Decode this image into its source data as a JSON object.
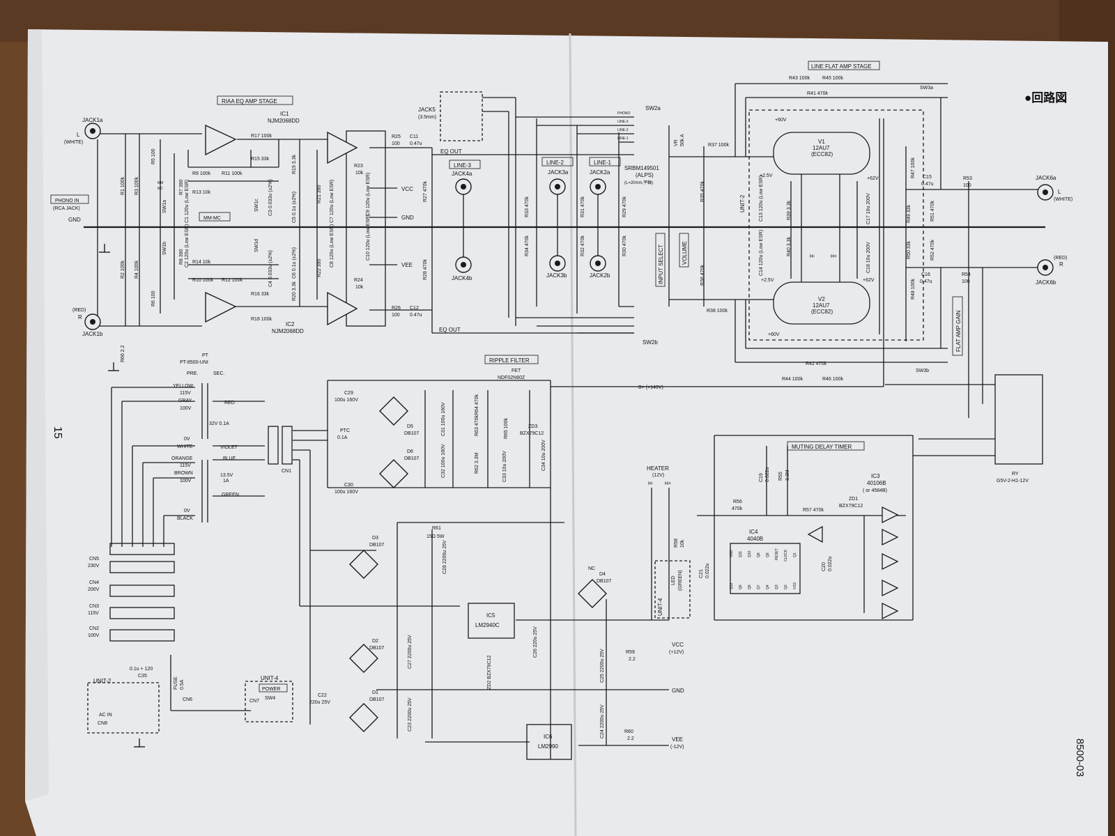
{
  "page": {
    "heading": "●回路図",
    "page_number": "15",
    "doc_code": "8500-03"
  },
  "stages": {
    "riaa": "RIAA EQ AMP STAGE",
    "line_flat": "LINE FLAT AMP STAGE",
    "ripple": "RIPPLE FILTER",
    "muting": "MUTING DELAY TIMER",
    "flat_gain": "FLAT AMP GAIN",
    "input_select": "INPUT SELECT",
    "volume": "VOLUME"
  },
  "ics": {
    "ic1": "IC1",
    "ic1_part": "NJM2068DD",
    "ic2": "IC2",
    "ic2_part": "NJM2068DD",
    "ic3": "IC3",
    "ic3_part": "40106B",
    "ic3_alt": "( or 4584B)",
    "ic4": "IC4",
    "ic4_part": "4040B",
    "ic5": "IC5",
    "ic5_part": "LM2940C",
    "ic6": "IC6",
    "ic6_part": "LM2990"
  },
  "tubes": {
    "v1": "V1",
    "v1_part": "12AU7",
    "v1_alt": "(ECC82)",
    "v2": "V2",
    "v2_part": "12AU7",
    "v2_alt": "(ECC82)"
  },
  "jacks": {
    "jack1a": "JACK1a",
    "jack1b": "JACK1b",
    "jack1a_ch": "L",
    "jack1a_color": "(WHITE)",
    "jack1b_ch": "R",
    "jack1b_color": "(RED)",
    "phono_in": "PHONO IN",
    "phono_in_sub": "(RCA JACK)",
    "gnd": "GND",
    "jack5": "JACK5",
    "jack5_sub": "(3.5mm)",
    "line3": "LINE-3",
    "line2": "LINE-2",
    "line1": "LINE-1",
    "jack4a": "JACK4a",
    "jack4b": "JACK4b",
    "jack3a": "JACK3a",
    "jack3b": "JACK3b",
    "jack2a": "JACK2a",
    "jack2b": "JACK2b",
    "jack6a": "JACK6a",
    "jack6b": "JACK6b",
    "jack6a_ch": "L",
    "jack6a_color": "(WHITE)",
    "jack6b_color": "(RED)",
    "jack6b_ch": "R",
    "eq_out": "EQ OUT"
  },
  "selector": {
    "sw2a": "SW2a",
    "sw2b": "SW2b",
    "pos": [
      "PHONO",
      "LINE-3",
      "LINE-2",
      "LINE-1"
    ],
    "vr": "VR",
    "vr_val": "50k A",
    "srbm": "SRBM149501",
    "alps": "(ALPS)",
    "alps_note": "(L=20mm,平軸)",
    "sw3a": "SW3a",
    "sw3b": "SW3b"
  },
  "rails": {
    "vcc": "VCC",
    "vee": "VEE",
    "gnd": "GND",
    "bplus": "B+ (+140V)",
    "plus60": "+60V",
    "plus25": "+2.5V",
    "plus62": "+62V",
    "unit2": "UNIT-2",
    "heater": "HEATER",
    "heater_v": "(12V)",
    "hminus": "H-",
    "hplus": "H+",
    "vcc12": "VCC",
    "vcc12_v": "(+12V)",
    "vee12": "VEE",
    "vee12_v": "(-12V)"
  },
  "resistors": {
    "r17": "R17 100k",
    "r15": "R15 33k",
    "r9": "R9 100k",
    "r11": "R11 100k",
    "r13": "R13 10k",
    "r14": "R14 10k",
    "r10": "R10 100k",
    "r12": "R12 100k",
    "r16": "R16 33k",
    "r18": "R18 100k",
    "r19": "R19 3.3k",
    "r20": "R20 3.3k",
    "r21": "R21 390",
    "r22": "R22 390",
    "r23": "R23",
    "r23_val": "10k",
    "r24": "R24",
    "r24_val": "10k",
    "r25": "R25",
    "r25_val": "100",
    "r26": "R26",
    "r26_val": "100",
    "r27": "R27 470k",
    "r28": "R28 470k",
    "r29": "R29 470k",
    "r30": "R30 470k",
    "r31": "R31 470k",
    "r32": "R32 470k",
    "r33": "R33 470k",
    "r34": "R34 470k",
    "r35": "R35 470k",
    "r36": "R36 470k",
    "r37": "R37 100k",
    "r38": "R38 100k",
    "r39": "R39 3.3k",
    "r40": "R40 3.3k",
    "r41": "R41 470k",
    "r42": "R42 470k",
    "r43": "R43 100k",
    "r44": "R44 100k",
    "r45": "R45 100k",
    "r46": "R46 100k",
    "r47": "R47 100k",
    "r48": "R48 100k",
    "r49": "R49 33k",
    "r50": "R50 33k",
    "r51": "R51 470k",
    "r52": "R52 470k",
    "r53": "R53",
    "r53_val": "100",
    "r54": "R54",
    "r54_val": "100",
    "r1": "R1 100k",
    "r2": "R2 100k",
    "r3": "R3 100k",
    "r4": "R4 100k",
    "r5": "R5 100",
    "r6": "R6 100",
    "r7": "R7 390",
    "r8": "R8 390",
    "r55": "R55",
    "r55_val": "3.3M",
    "r56": "R56",
    "r56_val": "470k",
    "r57": "R57 470k",
    "r58": "R58",
    "r58_val": "10k",
    "r59": "R59",
    "r59_val": "2.2",
    "r60": "R60",
    "r60_val": "2.2",
    "r61": "R61",
    "r61_val": "15Ω 5W",
    "r62": "R62 3.3M",
    "r63": "R63 470k",
    "r64": "R64 470k",
    "r65": "R65 100k",
    "r66": "R66 2.2"
  },
  "capacitors": {
    "c1": "C1 120u (Low ESR)",
    "c2": "C2 120u (Low ESR)",
    "c3": "C3 0.033u (±2%)",
    "c4": "C4 0.033u (±2%)",
    "c5": "C5 0.1u (±2%)",
    "c6": "C6 0.1u (±2%)",
    "c7": "C7 120u (Low ESR)",
    "c8": "C8 120u (Low ESR)",
    "c9": "C9 120u (Low ESR)",
    "c10": "C10 120u (Low ESR)",
    "c11": "C11",
    "c11_val": "0.47u",
    "c12": "C12",
    "c12_val": "0.47u",
    "c13": "C13 120u (Low ESR)",
    "c14": "C14 120u (Low ESR)",
    "c15": "C15",
    "c15_val": "0.47u",
    "c16": "C16",
    "c16_val": "0.47u",
    "c17": "C17 10u 200V",
    "c18": "C18 10u 200V",
    "c19": "C19",
    "c19_val": "0.022u",
    "c20": "C20",
    "c20_val": "0.022u",
    "c21": "C21",
    "c21_val": "0.022u",
    "c22": "C22",
    "c22_val": "220u 25V",
    "c23": "C23 2200u 25V",
    "c24": "C24 2200u 25V",
    "c25": "C25 2200u 25V",
    "c26": "C26 220u 25V",
    "c27": "C27 2200u 25V",
    "c28": "C28 2200u 25V",
    "c29": "C29",
    "c29_val": "100u 160V",
    "c30": "C30",
    "c30_val": "100u 160V",
    "c31": "C31 100u 160V",
    "c32": "C32 100u 160V",
    "c33": "C33 10u 200V",
    "c34": "C34 10u 200V",
    "c35": "C35",
    "c35_val": "0.1u + 120"
  },
  "switches": {
    "sw1a": "SW1a",
    "sw1b": "SW1b",
    "sw1c": "SW1c",
    "sw1d": "SW1d",
    "mm_mc": "MM-MC",
    "mm": "MM",
    "mc": "MC"
  },
  "power": {
    "pt": "PT",
    "pt_part": "PT-8500-UNI",
    "pre": "PRE.",
    "sec": "SEC.",
    "yellow": "YELLOW",
    "v115a": "115V",
    "gray": "GRAY",
    "v100a": "100V",
    "v0a": "0V",
    "white": "WHITE",
    "orange": "ORANGE",
    "v115b": "115V",
    "brown": "BROWN",
    "v100b": "100V",
    "v0b": "0V",
    "black": "BLACK",
    "red": "RED",
    "v32": "32V 0.1A",
    "violet": "VIOLET",
    "blue": "BLUE",
    "v135": "13.5V",
    "a1": "1A",
    "green": "GREEN",
    "cn1": "CN1",
    "cn5": "CN5",
    "cn5_v": "230V",
    "cn4": "CN4",
    "cn4_v": "200V",
    "cn3": "CN3",
    "cn3_v": "115V",
    "cn2": "CN2",
    "cn2_v": "100V",
    "cn6": "CN6",
    "cn7": "CN7",
    "cn8": "CN8",
    "ac_in": "AC IN",
    "fuse": "FUSE",
    "fuse_v": "0.5A",
    "unit2": "UNIT-2",
    "unit4": "UNIT-4",
    "power": "POWER",
    "sw4": "SW4",
    "ptc": "PTC",
    "ptc_v": "0.1A",
    "fet": "FET",
    "fet_part": "NDF02N60Z",
    "d1": "D1",
    "d2": "D2",
    "d3": "D3",
    "d4": "D4",
    "d5": "D5",
    "d6": "D6",
    "db107": "DB107",
    "nc": "NC",
    "zd1": "ZD1",
    "zd1_part": "BZX79C12",
    "zd2": "ZD2 BZX79C12",
    "zd3": "ZD3",
    "zd3_part": "BZX79C12",
    "ry": "RY",
    "ry_part": "G5V-2-H1-12V",
    "led": "LED",
    "led_color": "(GREEN)",
    "unit4_led": "UNIT-4"
  },
  "ic4_pins": [
    "VDD",
    "Q11",
    "Q10",
    "Q8",
    "Q9",
    "RESET",
    "CLOCK",
    "Q1",
    "Q12",
    "Q6",
    "Q5",
    "Q7",
    "Q4",
    "Q3",
    "Q2",
    "VSS"
  ]
}
